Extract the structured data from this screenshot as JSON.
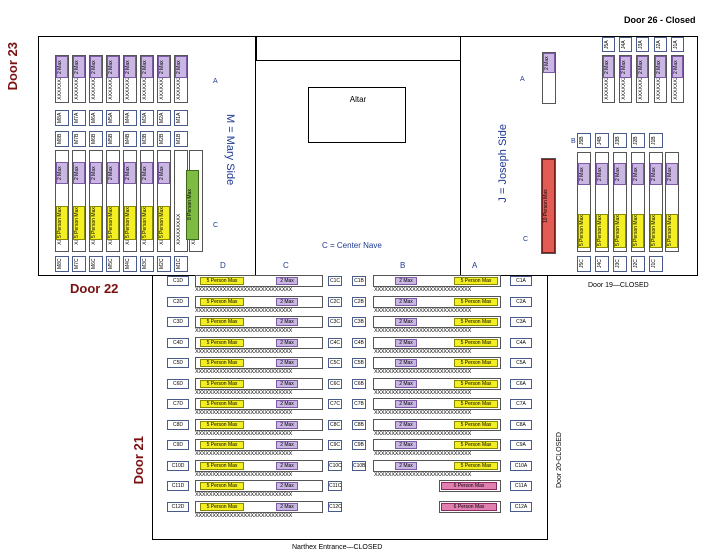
{
  "doors": {
    "d23": "Door 23",
    "d26": "Door 26  - Closed",
    "d22": "Door 22",
    "d19": "Door 19—CLOSED",
    "d21": "Door 21",
    "d20": "Door 20-CLOSED",
    "narthex": "Narthex Entrance—CLOSED"
  },
  "sections": {
    "altar": "Altar",
    "mary": "M = Mary Side",
    "joseph": "J = Joseph Side",
    "center": "C = Center Nave",
    "col_a": "A",
    "col_b": "B",
    "col_c": "C",
    "col_d": "D"
  },
  "labels": {
    "five": "5 Person Max",
    "two": "2 Max",
    "six": "6 Person Max",
    "eight": "8 Person Max",
    "ten": "10 Person Max",
    "xrow": "XXXXXXXXXXXXXXXXXXXXXXXXXXXX",
    "xcol": "XXXXXXXXX"
  },
  "center_rows": [
    {
      "left": "C1D",
      "mid": "C1C",
      "midb": "C1B",
      "right": "C1A"
    },
    {
      "left": "C2D",
      "mid": "C2C",
      "midb": "C2B",
      "right": "C2A"
    },
    {
      "left": "C3D",
      "mid": "C3C",
      "midb": "C3B",
      "right": "C3A"
    },
    {
      "left": "C4D",
      "mid": "C4C",
      "midb": "C4B",
      "right": "C4A"
    },
    {
      "left": "C5D",
      "mid": "C5C",
      "midb": "C5B",
      "right": "C5A"
    },
    {
      "left": "C6D",
      "mid": "C6C",
      "midb": "C6B",
      "right": "C6A"
    },
    {
      "left": "C7D",
      "mid": "C7C",
      "midb": "C7B",
      "right": "C7A"
    },
    {
      "left": "C8D",
      "mid": "C8C",
      "midb": "C8B",
      "right": "C8A"
    },
    {
      "left": "C9D",
      "mid": "C9C",
      "midb": "C9B",
      "right": "C9A"
    },
    {
      "left": "C10D",
      "mid": "C10C",
      "midb": "C10B",
      "right": "C10A"
    },
    {
      "left": "C11D",
      "mid": "C11C",
      "midb": "",
      "right": "C11A"
    },
    {
      "left": "C12D",
      "mid": "C12C",
      "midb": "",
      "right": "C12A"
    }
  ],
  "mary_codes_top": [
    "M8A",
    "M7A",
    "M6A",
    "M5A",
    "M4A",
    "M3A",
    "M2A",
    "M1A"
  ],
  "mary_codes_mid": [
    "M8B",
    "M7B",
    "M6B",
    "M5B",
    "M4B",
    "M3B",
    "M2B",
    "M1B"
  ],
  "mary_codes_bot": [
    "M8C",
    "M7C",
    "M6C",
    "M5C",
    "M4C",
    "M3C",
    "M2C",
    "M1C"
  ],
  "joseph_codes_top": [
    "J5A",
    "J4A",
    "J3A",
    "J2A",
    "J1A"
  ],
  "joseph_codes_mid": [
    "J5B",
    "J4B",
    "J3B",
    "J2B",
    "J1B"
  ],
  "joseph_codes_bot": [
    "J5C",
    "J4C",
    "J3C",
    "J2C",
    "J1C"
  ]
}
